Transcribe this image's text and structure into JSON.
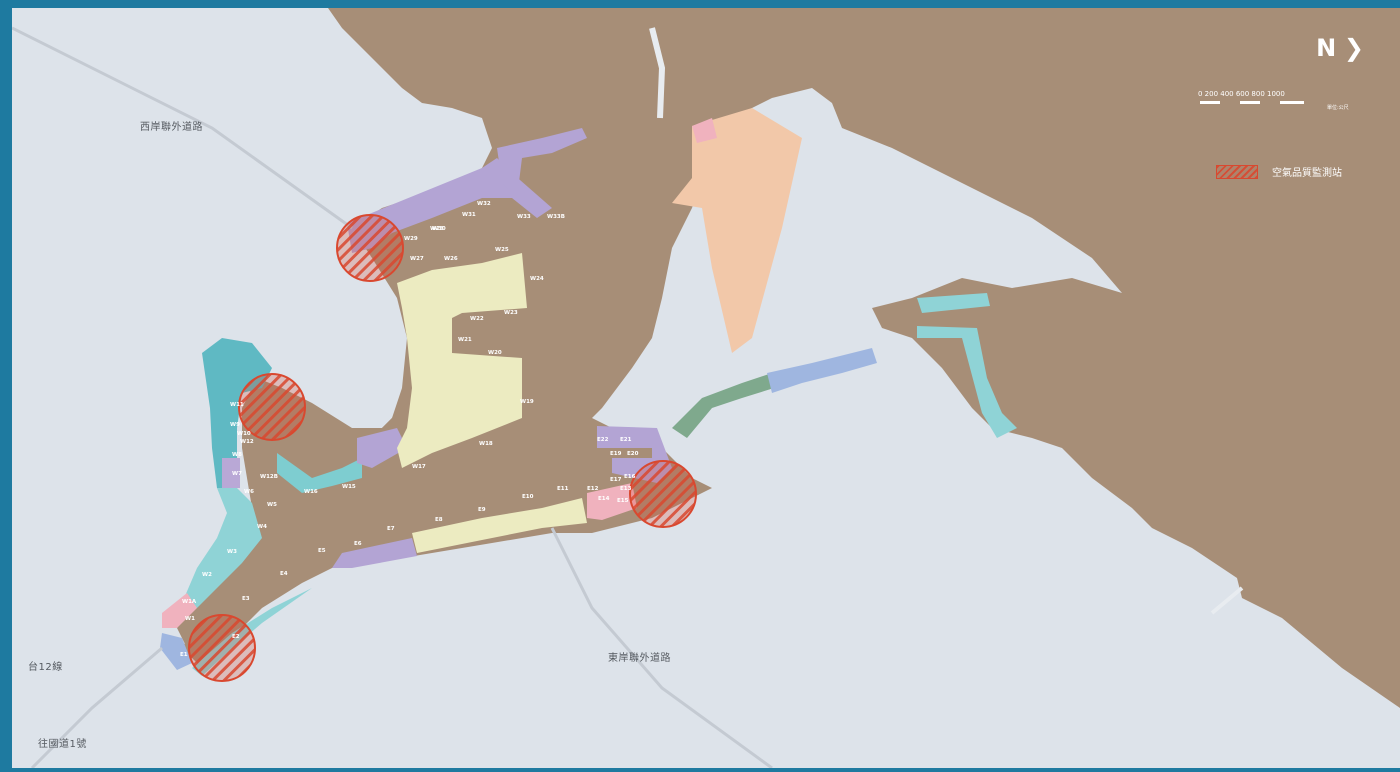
{
  "map": {
    "road_labels": {
      "west_coast_road": "西岸聯外道路",
      "east_coast_road": "東岸聯外道路",
      "provincial_12": "台12線",
      "to_national_1": "往國道1號"
    },
    "north_indicator": "N",
    "scale": {
      "ticks": "0  200  400  600  800  1000",
      "unit": "單位:公尺"
    },
    "legend": {
      "air_quality_station": "空氣品質監測站"
    },
    "colors": {
      "frame": "#1e7aa0",
      "land": "#dde3ea",
      "water": "#a78e77",
      "station": "#d9482f",
      "zone_purple": "#b3a4d4",
      "zone_yellow": "#ecebc1",
      "zone_teal": "#7ecdd0",
      "zone_peach": "#f2c8a9",
      "zone_pink": "#f0b2be",
      "zone_blue": "#9fb6e0",
      "zone_green": "#7fa98d"
    },
    "air_quality_stations_count": 4,
    "berths": [
      "W1",
      "W1A",
      "W2",
      "W3",
      "W4",
      "W5",
      "W6",
      "W7",
      "W8",
      "W9",
      "W10",
      "W11",
      "W12",
      "W12B",
      "W15",
      "W16",
      "W17",
      "W18",
      "W19",
      "W20",
      "W21",
      "W22",
      "W23",
      "W24",
      "W25",
      "W26",
      "W27",
      "W28",
      "W29",
      "W30",
      "W31",
      "W32",
      "W33",
      "W33B",
      "E1",
      "E2",
      "E3",
      "E4",
      "E5",
      "E6",
      "E7",
      "E8",
      "E9",
      "E10",
      "E11",
      "E12",
      "E13",
      "E14",
      "E15",
      "E16",
      "E17",
      "E19",
      "E20",
      "E21",
      "E22"
    ]
  }
}
